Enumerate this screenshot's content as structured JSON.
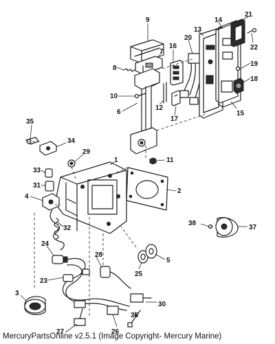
{
  "diagram": {
    "callouts": [
      "1",
      "2",
      "3",
      "4",
      "5",
      "6",
      "7",
      "8",
      "9",
      "10",
      "11",
      "12",
      "13",
      "14",
      "15",
      "16",
      "17",
      "18",
      "19",
      "20",
      "21",
      "22",
      "23",
      "24",
      "25",
      "26",
      "27",
      "28",
      "29",
      "30",
      "31",
      "32",
      "33",
      "34",
      "35",
      "36",
      "37",
      "38"
    ]
  },
  "footer": {
    "text": "MercuryPartsOnline v2.5.1 (Image Copyright- Mercury Marine)"
  }
}
